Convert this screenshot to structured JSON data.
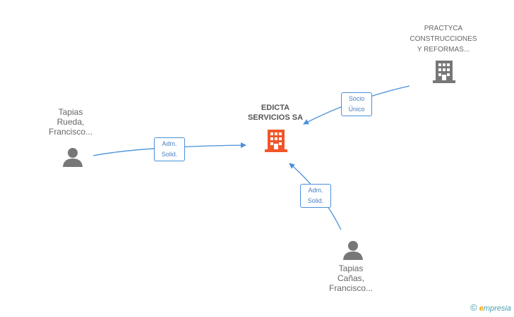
{
  "nodes": {
    "center": {
      "lines": [
        "EDICTA",
        "SERVICIOS SA"
      ]
    },
    "practyca": {
      "lines": [
        "PRACTYCA",
        "CONSTRUCCIONES",
        "Y REFORMAS..."
      ]
    },
    "person_left": {
      "lines": [
        "Tapias",
        "Rueda,",
        "Francisco..."
      ]
    },
    "person_bottom": {
      "lines": [
        "Tapias",
        "Cañas,",
        "Francisco..."
      ]
    }
  },
  "edges": {
    "practyca_to_center": [
      "Socio",
      "Único"
    ],
    "left_to_center": [
      "Adm.",
      "Solid."
    ],
    "bottom_to_center": [
      "Adm.",
      "Solid."
    ]
  },
  "brand": {
    "copyright": "©",
    "initial": "e",
    "rest": "mpresia"
  },
  "colors": {
    "edge": "#4a90d9",
    "company_main": "#f0562a",
    "company_other": "#777777",
    "person": "#777777"
  }
}
